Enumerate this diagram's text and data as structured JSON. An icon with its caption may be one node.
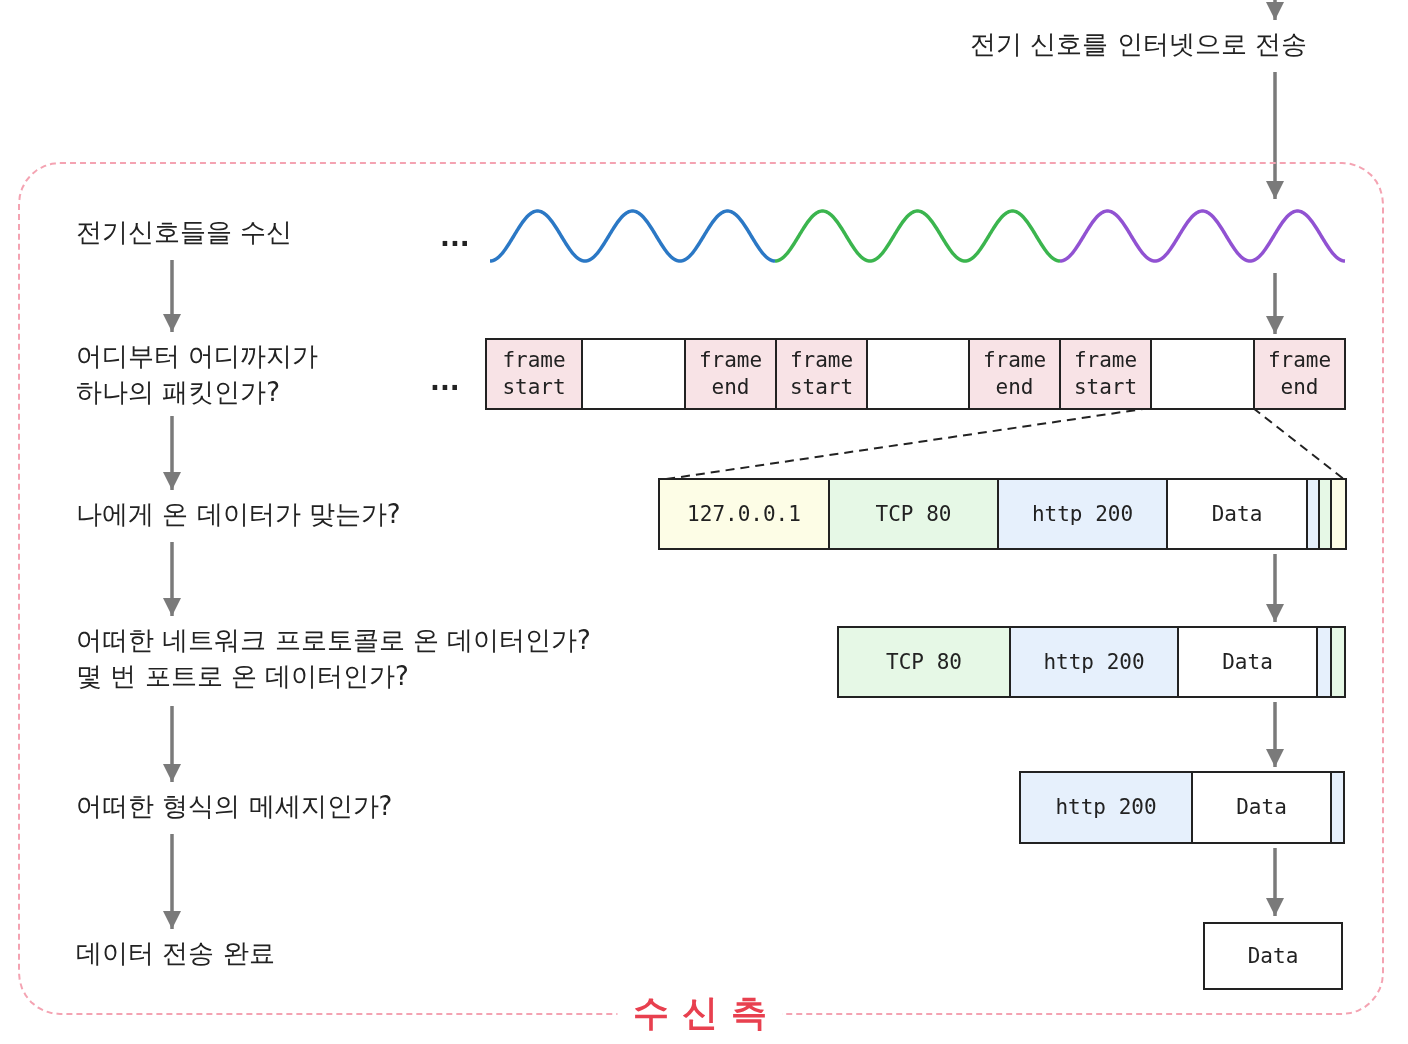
{
  "diagram": {
    "nodes": [
      {
        "text": [
          "수 신 측"
        ]
      },
      {
        "text": [
          "전기 신호를 인터넷으로 전송"
        ]
      },
      {
        "text": [
          "전기신호들을 수신"
        ],
        "in": 0
      },
      {
        "text": [
          "어디부터 어디까지가 하나의 패킷인가?"
        ],
        "in": 0
      },
      {
        "text": [
          "나에게 온 데이터가 맞는가?"
        ],
        "in": 0
      },
      {
        "text": [
          "어떠한 네트워크 프로토콜로 온 데이터인가? 몇 번 포트로 온 데이터인가?"
        ],
        "in": 0
      },
      {
        "text": [
          "어떠한 형식의 메세지인가?"
        ],
        "in": 0
      },
      {
        "text": [
          "데이터 전송 완료"
        ],
        "in": 0
      },
      {
        "text": [],
        "shape": "wave",
        "in": 0
      },
      {
        "text": [],
        "shape": "bar",
        "in": 0
      },
      {
        "text": [
          "frame start"
        ],
        "in": 9
      },
      {
        "text": [],
        "shape": "box",
        "in": 9
      },
      {
        "text": [
          "frame end"
        ],
        "in": 9
      },
      {
        "text": [
          "frame start"
        ],
        "in": 9
      },
      {
        "text": [],
        "shape": "box",
        "in": 9
      },
      {
        "text": [
          "frame end"
        ],
        "in": 9
      },
      {
        "text": [
          "frame start"
        ],
        "in": 9
      },
      {
        "text": [],
        "shape": "box",
        "in": 9
      },
      {
        "text": [
          "frame end"
        ],
        "in": 9
      },
      {
        "text": [],
        "shape": "bar",
        "in": 0
      },
      {
        "text": [
          "127.0.0.1"
        ],
        "in": 19
      },
      {
        "text": [
          "TCP 80"
        ],
        "in": 19
      },
      {
        "text": [
          "http 200"
        ],
        "in": 19
      },
      {
        "text": [
          "Data"
        ],
        "in": 19
      },
      {
        "text": [],
        "shape": "bar",
        "in": 0
      },
      {
        "text": [
          "TCP 80"
        ],
        "in": 24
      },
      {
        "text": [
          "http 200"
        ],
        "in": 24
      },
      {
        "text": [
          "Data"
        ],
        "in": 24
      },
      {
        "text": [],
        "shape": "bar",
        "in": 0
      },
      {
        "text": [
          "http 200"
        ],
        "in": 28
      },
      {
        "text": [
          "Data"
        ],
        "in": 28
      },
      {
        "text": [
          "Data"
        ],
        "in": 0
      }
    ],
    "edges": [
      {
        "from": null,
        "to": 1,
        "arrow": "to"
      },
      {
        "from": 1,
        "to": 8,
        "arrow": "to"
      },
      {
        "from": 8,
        "to": 9,
        "arrow": "to"
      },
      {
        "from": 2,
        "to": 3,
        "arrow": "to"
      },
      {
        "from": 3,
        "to": 4,
        "arrow": "to"
      },
      {
        "from": 4,
        "to": 5,
        "arrow": "to"
      },
      {
        "from": 5,
        "to": 6,
        "arrow": "to"
      },
      {
        "from": 6,
        "to": 7,
        "arrow": "to"
      },
      {
        "from": 17,
        "to": 19,
        "arrow": "none",
        "style": "dashed",
        "color": "#222222"
      },
      {
        "from": 17,
        "to": 19,
        "arrow": "none",
        "style": "dashed",
        "color": "#222222"
      },
      {
        "from": 19,
        "to": 24,
        "arrow": "to"
      },
      {
        "from": 24,
        "to": 28,
        "arrow": "to"
      },
      {
        "from": 28,
        "to": 31,
        "arrow": "to"
      }
    ],
    "labels": [
      "...",
      "..."
    ]
  }
}
